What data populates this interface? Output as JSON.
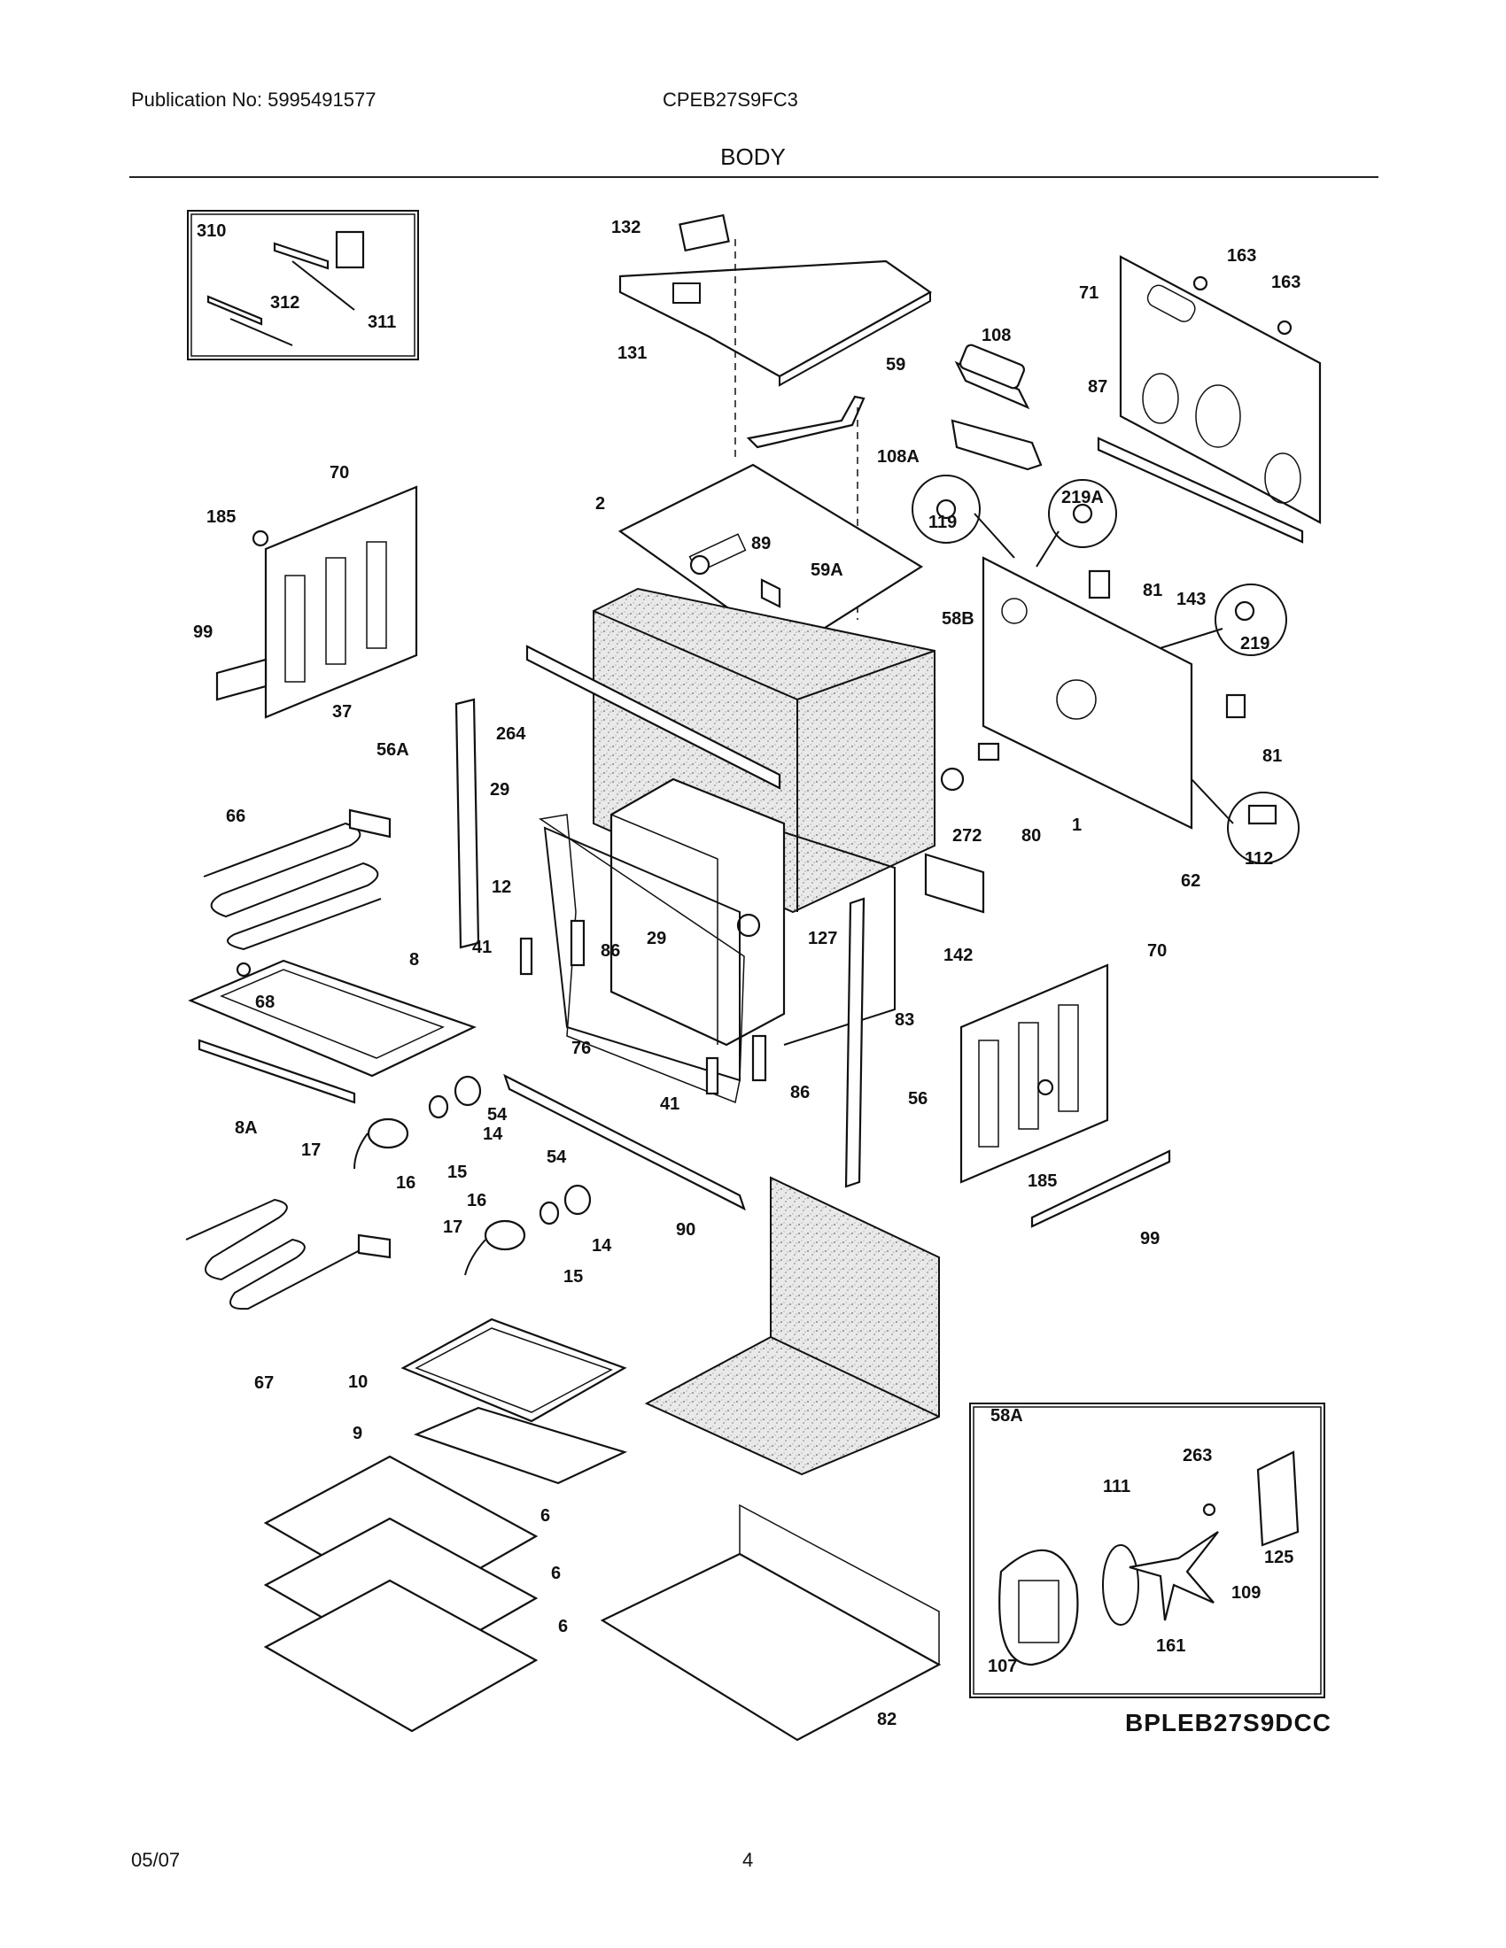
{
  "header": {
    "publication": "Publication No: 5995491577",
    "model": "CPEB27S9FC3",
    "section_title": "BODY"
  },
  "diagram": {
    "code": "BPLEB27S9DCC",
    "callouts": [
      "310",
      "312",
      "311",
      "132",
      "131",
      "59",
      "108",
      "108A",
      "163",
      "163",
      "71",
      "87",
      "70",
      "185",
      "99",
      "2",
      "89",
      "59A",
      "119",
      "219A",
      "81",
      "143",
      "219",
      "58B",
      "37",
      "56A",
      "264",
      "29",
      "12",
      "66",
      "272",
      "80",
      "1",
      "81",
      "112",
      "62",
      "68",
      "8",
      "41",
      "86",
      "29",
      "127",
      "142",
      "83",
      "70",
      "76",
      "54",
      "8A",
      "17",
      "16",
      "15",
      "14",
      "41",
      "86",
      "56",
      "90",
      "54",
      "16",
      "17",
      "14",
      "15",
      "185",
      "99",
      "67",
      "10",
      "9",
      "58A",
      "263",
      "111",
      "125",
      "6",
      "6",
      "6",
      "109",
      "161",
      "107",
      "82"
    ]
  },
  "footer": {
    "date": "05/07",
    "page": "4"
  }
}
